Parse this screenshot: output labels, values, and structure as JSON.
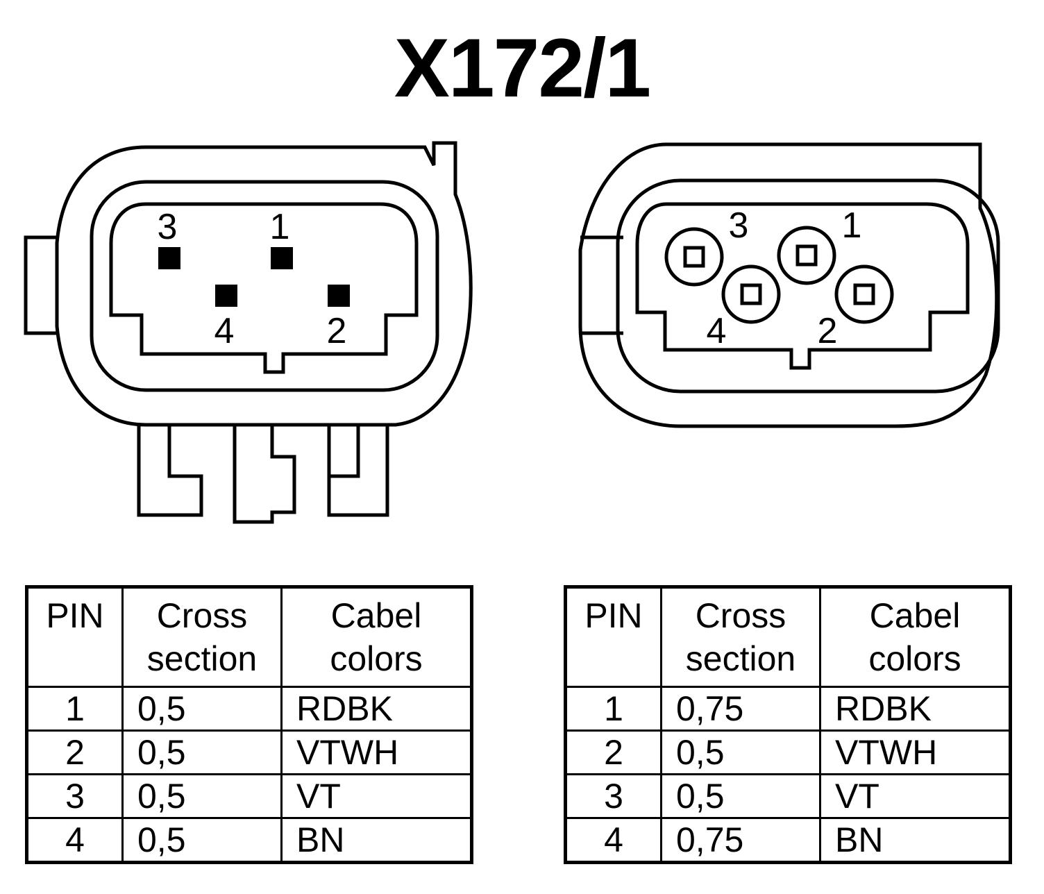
{
  "title": "X172/1",
  "connectors": {
    "left": {
      "pin_labels": {
        "p1": "1",
        "p2": "2",
        "p3": "3",
        "p4": "4"
      }
    },
    "right": {
      "pin_labels": {
        "p1": "1",
        "p2": "2",
        "p3": "3",
        "p4": "4"
      }
    }
  },
  "tables": {
    "left": {
      "headers": {
        "pin": "PIN",
        "cross_1": "Cross",
        "cross_2": "section",
        "color_1": "Cabel",
        "color_2": "colors"
      },
      "rows": [
        {
          "pin": "1",
          "cross": "0,5",
          "color": "RDBK"
        },
        {
          "pin": "2",
          "cross": "0,5",
          "color": "VTWH"
        },
        {
          "pin": "3",
          "cross": "0,5",
          "color": "VT"
        },
        {
          "pin": "4",
          "cross": "0,5",
          "color": "BN"
        }
      ]
    },
    "right": {
      "headers": {
        "pin": "PIN",
        "cross_1": "Cross",
        "cross_2": "section",
        "color_1": "Cabel",
        "color_2": "colors"
      },
      "rows": [
        {
          "pin": "1",
          "cross": "0,75",
          "color": "RDBK"
        },
        {
          "pin": "2",
          "cross": "0,5",
          "color": "VTWH"
        },
        {
          "pin": "3",
          "cross": "0,5",
          "color": "VT"
        },
        {
          "pin": "4",
          "cross": "0,75",
          "color": "BN"
        }
      ]
    }
  }
}
